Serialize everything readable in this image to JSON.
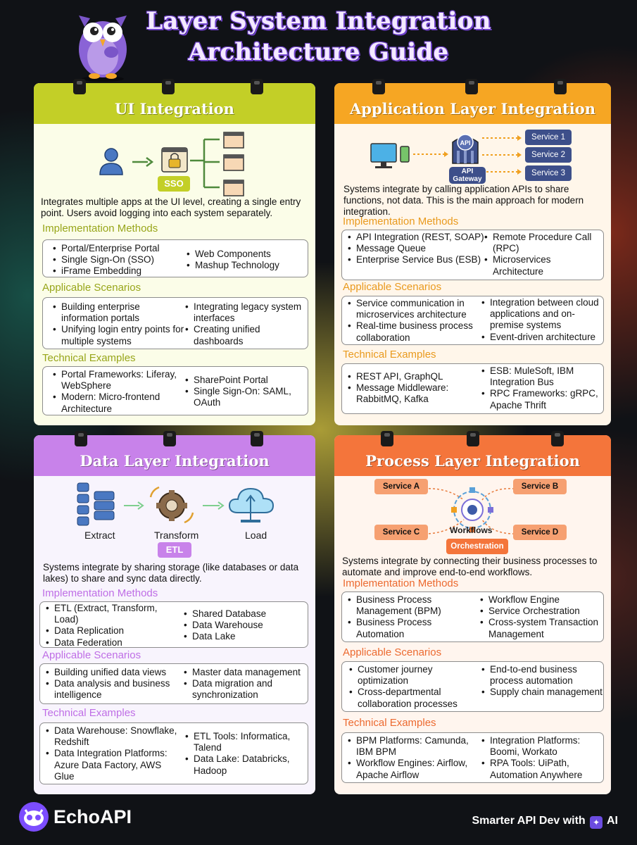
{
  "title": {
    "line1": "Layer System Integration",
    "line2": "Architecture Guide"
  },
  "colors": {
    "ui": "#c3cf27",
    "app": "#f6a623",
    "data": "#c882ea",
    "process": "#f4753b",
    "brand": "#7c4dff"
  },
  "ui": {
    "title": "UI Integration",
    "diagram": {
      "badge": "SSO"
    },
    "description": "Integrates multiple apps at the UI level, creating a single entry point. Users avoid logging into each system separately.",
    "methods_title": "Implementation Methods",
    "methods_left": [
      "Portal/Enterprise Portal",
      "Single Sign-On (SSO)",
      "iFrame Embedding"
    ],
    "methods_right": [
      "Web Components",
      "Mashup Technology"
    ],
    "scenarios_title": "Applicable Scenarios",
    "scenarios_left": [
      "Building enterprise information portals",
      "Unifying login entry points for multiple systems"
    ],
    "scenarios_right": [
      "Integrating legacy system interfaces",
      "Creating unified dashboards"
    ],
    "examples_title": "Technical Examples",
    "examples_left": [
      "Portal Frameworks: Liferay, WebSphere",
      "Modern: Micro-frontend Architecture"
    ],
    "examples_right": [
      "SharePoint Portal",
      "Single Sign-On: SAML, OAuth"
    ]
  },
  "app": {
    "title": "Application Layer Integration",
    "diagram": {
      "gateway": "API Gateway",
      "api": "API",
      "services": [
        "Service 1",
        "Service 2",
        "Service 3"
      ]
    },
    "description": "Systems integrate by calling application APIs to share functions, not data. This is the main approach for modern integration.",
    "methods_title": "Implementation Methods",
    "methods_left": [
      "API Integration (REST, SOAP)",
      "Message Queue",
      "Enterprise Service Bus (ESB)"
    ],
    "methods_right": [
      "Remote Procedure Call (RPC)",
      "Microservices Architecture"
    ],
    "scenarios_title": "Applicable Scenarios",
    "scenarios_left": [
      "Service communication in microservices architecture",
      "Real-time business process collaboration"
    ],
    "scenarios_right": [
      "Integration between cloud applications and on-premise systems",
      "Event-driven architecture"
    ],
    "examples_title": "Technical Examples",
    "examples_left": [
      "REST API, GraphQL",
      "Message Middleware: RabbitMQ, Kafka"
    ],
    "examples_right": [
      "ESB: MuleSoft, IBM Integration Bus",
      "RPC Frameworks: gRPC, Apache Thrift"
    ]
  },
  "data": {
    "title": "Data Layer Integration",
    "diagram": {
      "extract": "Extract",
      "transform": "Transform",
      "load": "Load",
      "badge": "ETL"
    },
    "description": "Systems integrate by sharing storage (like databases or data lakes) to share and sync data directly.",
    "methods_title": "Implementation Methods",
    "methods_left": [
      "ETL (Extract, Transform, Load)",
      "Data Replication",
      "Data Federation"
    ],
    "methods_right": [
      "Shared Database",
      "Data Warehouse",
      "Data Lake"
    ],
    "scenarios_title": "Applicable Scenarios",
    "scenarios_left": [
      "Building unified data views",
      "Data analysis and business intelligence"
    ],
    "scenarios_right": [
      "Master data management",
      "Data migration and synchronization"
    ],
    "examples_title": "Technical Examples",
    "examples_left": [
      "Data Warehouse: Snowflake, Redshift",
      "Data Integration Platforms: Azure Data Factory, AWS Glue"
    ],
    "examples_right": [
      "ETL Tools: Informatica, Talend",
      "Data Lake: Databricks, Hadoop"
    ]
  },
  "process": {
    "title": "Process Layer Integration",
    "diagram": {
      "services": [
        "Service A",
        "Service B",
        "Service C",
        "Service D"
      ],
      "workflows": "Workflows",
      "badge": "Orchestration"
    },
    "description": "Systems integrate by connecting their business processes to automate and improve end-to-end workflows.",
    "methods_title": "Implementation Methods",
    "methods_left": [
      "Business Process Management (BPM)",
      "Business Process Automation"
    ],
    "methods_right": [
      "Workflow Engine",
      "Service Orchestration",
      "Cross-system Transaction Management"
    ],
    "scenarios_title": "Applicable Scenarios",
    "scenarios_left": [
      "Customer journey optimization",
      "Cross-departmental collaboration processes"
    ],
    "scenarios_right": [
      "End-to-end business process automation",
      "Supply chain management"
    ],
    "examples_title": "Technical Examples",
    "examples_left": [
      "BPM Platforms: Camunda, IBM BPM",
      "Workflow Engines: Airflow, Apache Airflow"
    ],
    "examples_right": [
      "Integration Platforms: Boomi, Workato",
      "RPA Tools: UiPath, Automation Anywhere"
    ]
  },
  "footer": {
    "brand": "EchoAPI",
    "tagline_pre": "Smarter API Dev with",
    "tagline_post": "AI"
  }
}
